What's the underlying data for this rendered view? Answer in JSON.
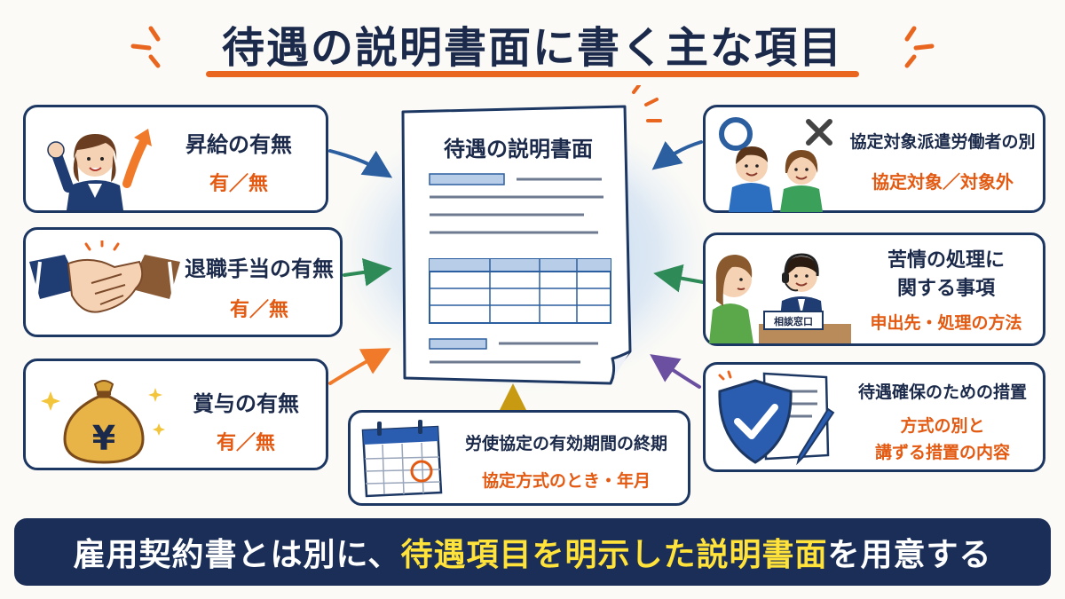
{
  "title": "待遇の説明書面に書く主な項目",
  "document": {
    "title": "待遇の説明書面"
  },
  "left_cards": [
    {
      "title": "昇給の有無",
      "value": "有／無",
      "icon": "woman-raising-fist-with-upward-arrow-icon"
    },
    {
      "title": "退職手当の有無",
      "value": "有／無",
      "icon": "handshake-icon"
    },
    {
      "title": "賞与の有無",
      "value": "有／無",
      "icon": "yen-money-bag-icon"
    }
  ],
  "right_cards": [
    {
      "title": "協定対象派遣労働者の別",
      "value": "協定対象／対象外",
      "icon": "circle-cross-two-workers-icon"
    },
    {
      "title_line1": "苦情の処理に",
      "title_line2": "関する事項",
      "value": "申出先・処理の方法",
      "desk_sign": "相談窓口",
      "icon": "consultation-desk-icon"
    },
    {
      "title": "待遇確保のための措置",
      "value_line1": "方式の別と",
      "value_line2": "講ずる措置の内容",
      "icon": "shield-check-document-pen-icon"
    }
  ],
  "bottom_card": {
    "title": "労使協定の有効期間の終期",
    "value": "協定方式のとき・年月",
    "icon": "calendar-icon"
  },
  "banner": {
    "part1": "雇用契約書とは別に、",
    "highlight": "待遇項目を明示した説明書面",
    "part2": "を用意する"
  },
  "colors": {
    "navy": "#1b2e57",
    "accent_orange": "#e35a12",
    "highlight_yellow": "#ffe23a",
    "arrow_blue": "#2c5fa0",
    "arrow_green": "#2e8b57",
    "arrow_orange": "#f07a2a",
    "arrow_purple": "#6b4fa0",
    "arrow_gold": "#c79a12"
  }
}
